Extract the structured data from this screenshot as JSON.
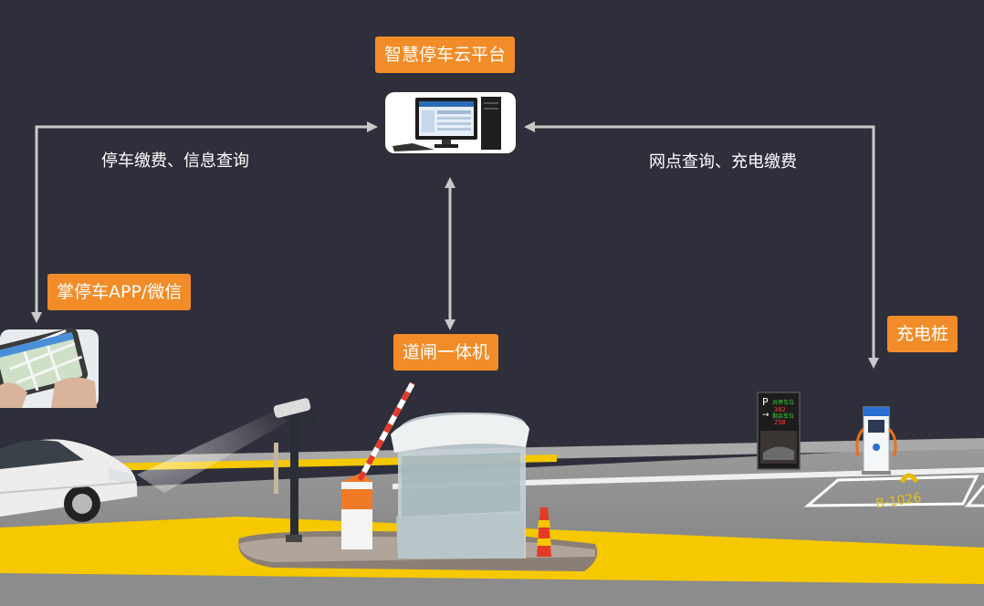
{
  "nodes": {
    "cloud_platform": "智慧停车云平台",
    "mobile_app": "掌停车APP/微信",
    "gate_machine": "道闸一体机",
    "charging_pile": "充电桩"
  },
  "edges": {
    "left_label": "停车缴费、信息查询",
    "right_label": "网点查询、充电缴费"
  },
  "guidance_sign": {
    "letter": "P",
    "line1_label": "共停车位",
    "line1_value": "382",
    "line2_label": "剩余车位",
    "line2_value": "258"
  },
  "parking_spot_number": "B-1026",
  "colors": {
    "background": "#2e2f3a",
    "tag": "#f28c28",
    "arrow": "#c9c9c9",
    "road": "#8c8c8c",
    "yellow_line": "#f5c800"
  }
}
